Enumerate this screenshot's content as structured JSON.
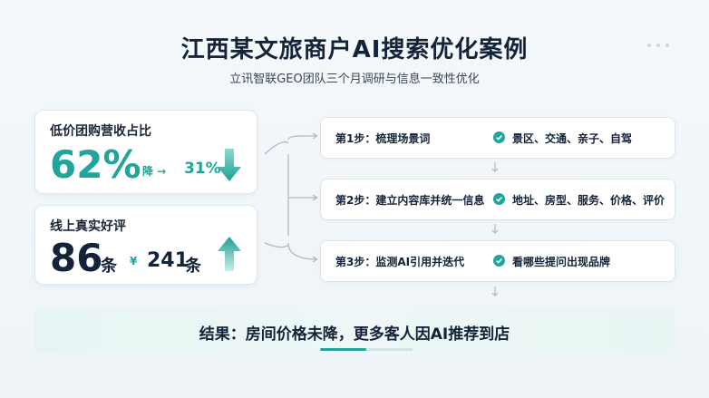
{
  "header": {
    "title": "江西某文旅商户AI搜索优化案例",
    "subtitle": "立讯智联GEO团队三个月调研与信息一致性优化"
  },
  "metrics": [
    {
      "label": "低价团购营收占比",
      "value": "62%",
      "change_prefix": "降 →",
      "change_value": "31%",
      "trend": "down",
      "trend_icon": "arrow-down-icon"
    },
    {
      "label": "线上真实好评",
      "value": "86",
      "unit": "条",
      "secondary_prefix": "¥",
      "secondary_value": "241",
      "secondary_unit": "条",
      "trend": "up",
      "trend_icon": "arrow-up-icon"
    }
  ],
  "steps": [
    {
      "title": "第1步：梳理场景词",
      "detail": "景区、交通、亲子、自驾"
    },
    {
      "title": "第2步：建立内容库并统一信息",
      "detail": "地址、房型、服务、价格、评价"
    },
    {
      "title": "第3步：监测AI引用并迭代",
      "detail": "看哪些提问出现品牌"
    }
  ],
  "result": {
    "text": "结果：房间价格未降，更多客人因AI推荐到店",
    "progress_fraction": 0.5
  },
  "colors": {
    "accent": "#21a59a",
    "text_dark": "#14233a",
    "background": "#f4f8fb"
  }
}
